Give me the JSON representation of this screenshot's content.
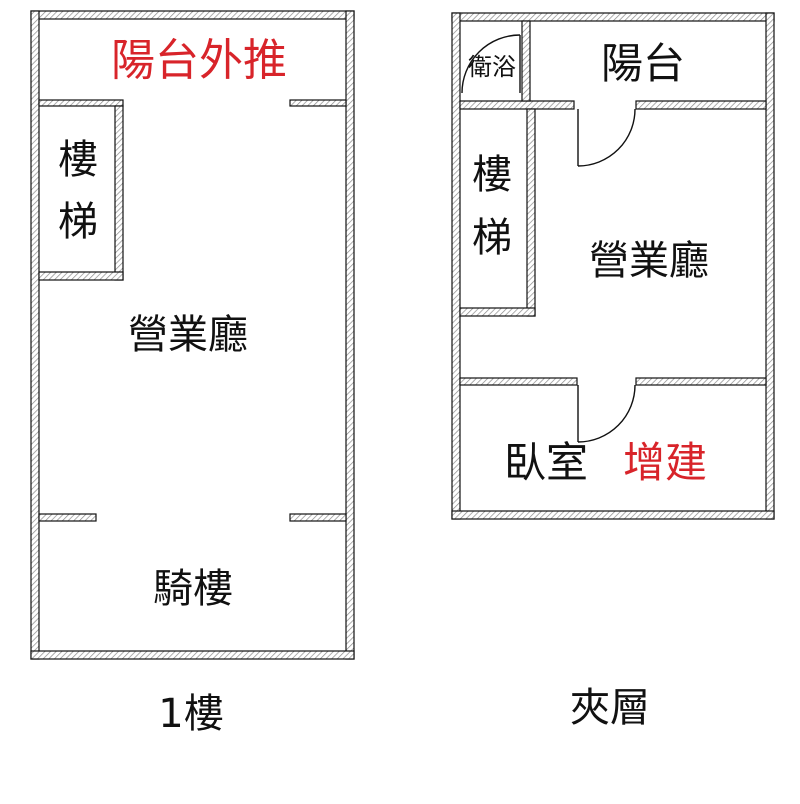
{
  "colors": {
    "wall_hatch": "#c9c9c9",
    "wall_line": "#111111",
    "text": "#111111",
    "highlight_text": "#d8242a",
    "background": "#ffffff"
  },
  "floor_1": {
    "caption": "1樓",
    "rooms": {
      "balcony": "陽台外推",
      "stairs_top": "樓",
      "stairs_bottom": "梯",
      "business_hall": "營業廳",
      "arcade": "騎樓"
    }
  },
  "mezzanine": {
    "caption": "夾層",
    "rooms": {
      "bathroom": "衛浴",
      "balcony": "陽台",
      "stairs_top": "樓",
      "stairs_bottom": "梯",
      "business_hall": "營業廳",
      "bedroom": "臥室",
      "extension": "增建"
    }
  }
}
